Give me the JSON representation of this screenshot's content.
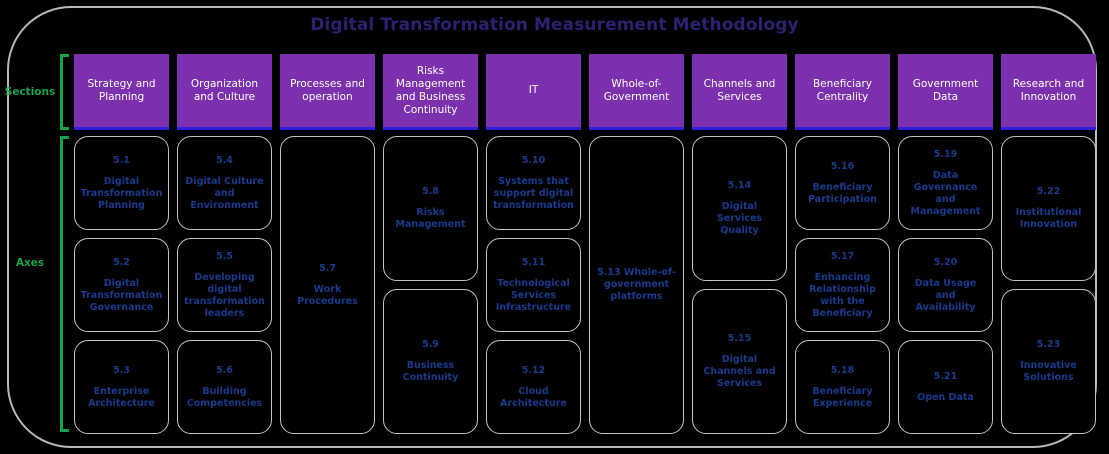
{
  "title": "Digital Transformation Measurement Methodology",
  "colors": {
    "background": "#000000",
    "frame_border": "#b9b9b9",
    "title_text": "#2b2170",
    "section_fill": "#7b30ae",
    "section_underline": "#2f1ee0",
    "section_text": "#ffffff",
    "side_label": "#18a24a",
    "bracket": "#18a24a",
    "card_border": "#c3c3c3",
    "card_text": "#1b3a8c"
  },
  "side_labels": {
    "sections": "Sections",
    "axes": "Axes"
  },
  "columns": [
    {
      "section": "Strategy and Planning",
      "axes": [
        {
          "number": "5.1",
          "title": "Digital Transformation Planning",
          "span": 2
        },
        {
          "number": "5.2",
          "title": "Digital Transformation Governance",
          "span": 2
        },
        {
          "number": "5.3",
          "title": "Enterprise Architecture",
          "span": 2
        }
      ]
    },
    {
      "section": "Organization and Culture",
      "axes": [
        {
          "number": "5.4",
          "title": "Digital Culture and Environment",
          "span": 2
        },
        {
          "number": "5.5",
          "title": "Developing digital transformation leaders",
          "span": 2
        },
        {
          "number": "5.6",
          "title": "Building Competencies",
          "span": 2
        }
      ]
    },
    {
      "section": "Processes and operation",
      "axes": [
        {
          "number": "5.7",
          "title": "Work Procedures",
          "span": 6
        }
      ]
    },
    {
      "section": "Risks Management and Business Continuity",
      "axes": [
        {
          "number": "5.8",
          "title": "Risks Management",
          "span": 3
        },
        {
          "number": "5.9",
          "title": "Business Continuity",
          "span": 3
        }
      ]
    },
    {
      "section": "IT",
      "axes": [
        {
          "number": "5.10",
          "title": "Systems that support digital transformation",
          "span": 2
        },
        {
          "number": "5.11",
          "title": "Technological Services Infrastructure",
          "span": 2
        },
        {
          "number": "5.12",
          "title": "Cloud Architecture",
          "span": 2
        }
      ]
    },
    {
      "section": "Whole-of-Government",
      "axes": [
        {
          "number": "5.13",
          "title": "5.13 Whole-of-government platforms",
          "span": 6,
          "inline": true
        }
      ]
    },
    {
      "section": "Channels and Services",
      "axes": [
        {
          "number": "5.14",
          "title": "Digital Services Quality",
          "span": 3
        },
        {
          "number": "5.15",
          "title": "Digital Channels and Services",
          "span": 3
        }
      ]
    },
    {
      "section": "Beneficiary Centrality",
      "axes": [
        {
          "number": "5.16",
          "title": "Beneficiary Participation",
          "span": 2
        },
        {
          "number": "5.17",
          "title": "Enhancing Relationship with the Beneficiary",
          "span": 2
        },
        {
          "number": "5.18",
          "title": "Beneficiary Experience",
          "span": 2
        }
      ]
    },
    {
      "section": "Government Data",
      "axes": [
        {
          "number": "5.19",
          "title": "Data Governance and Management",
          "span": 2
        },
        {
          "number": "5.20",
          "title": "Data Usage and Availability",
          "span": 2
        },
        {
          "number": "5.21",
          "title": "Open Data",
          "span": 2
        }
      ]
    },
    {
      "section": "Research and Innovation",
      "axes": [
        {
          "number": "5.22",
          "title": "Institutional Innovation",
          "span": 3
        },
        {
          "number": "5.23",
          "title": "Innovative Solutions",
          "span": 3
        }
      ]
    }
  ]
}
